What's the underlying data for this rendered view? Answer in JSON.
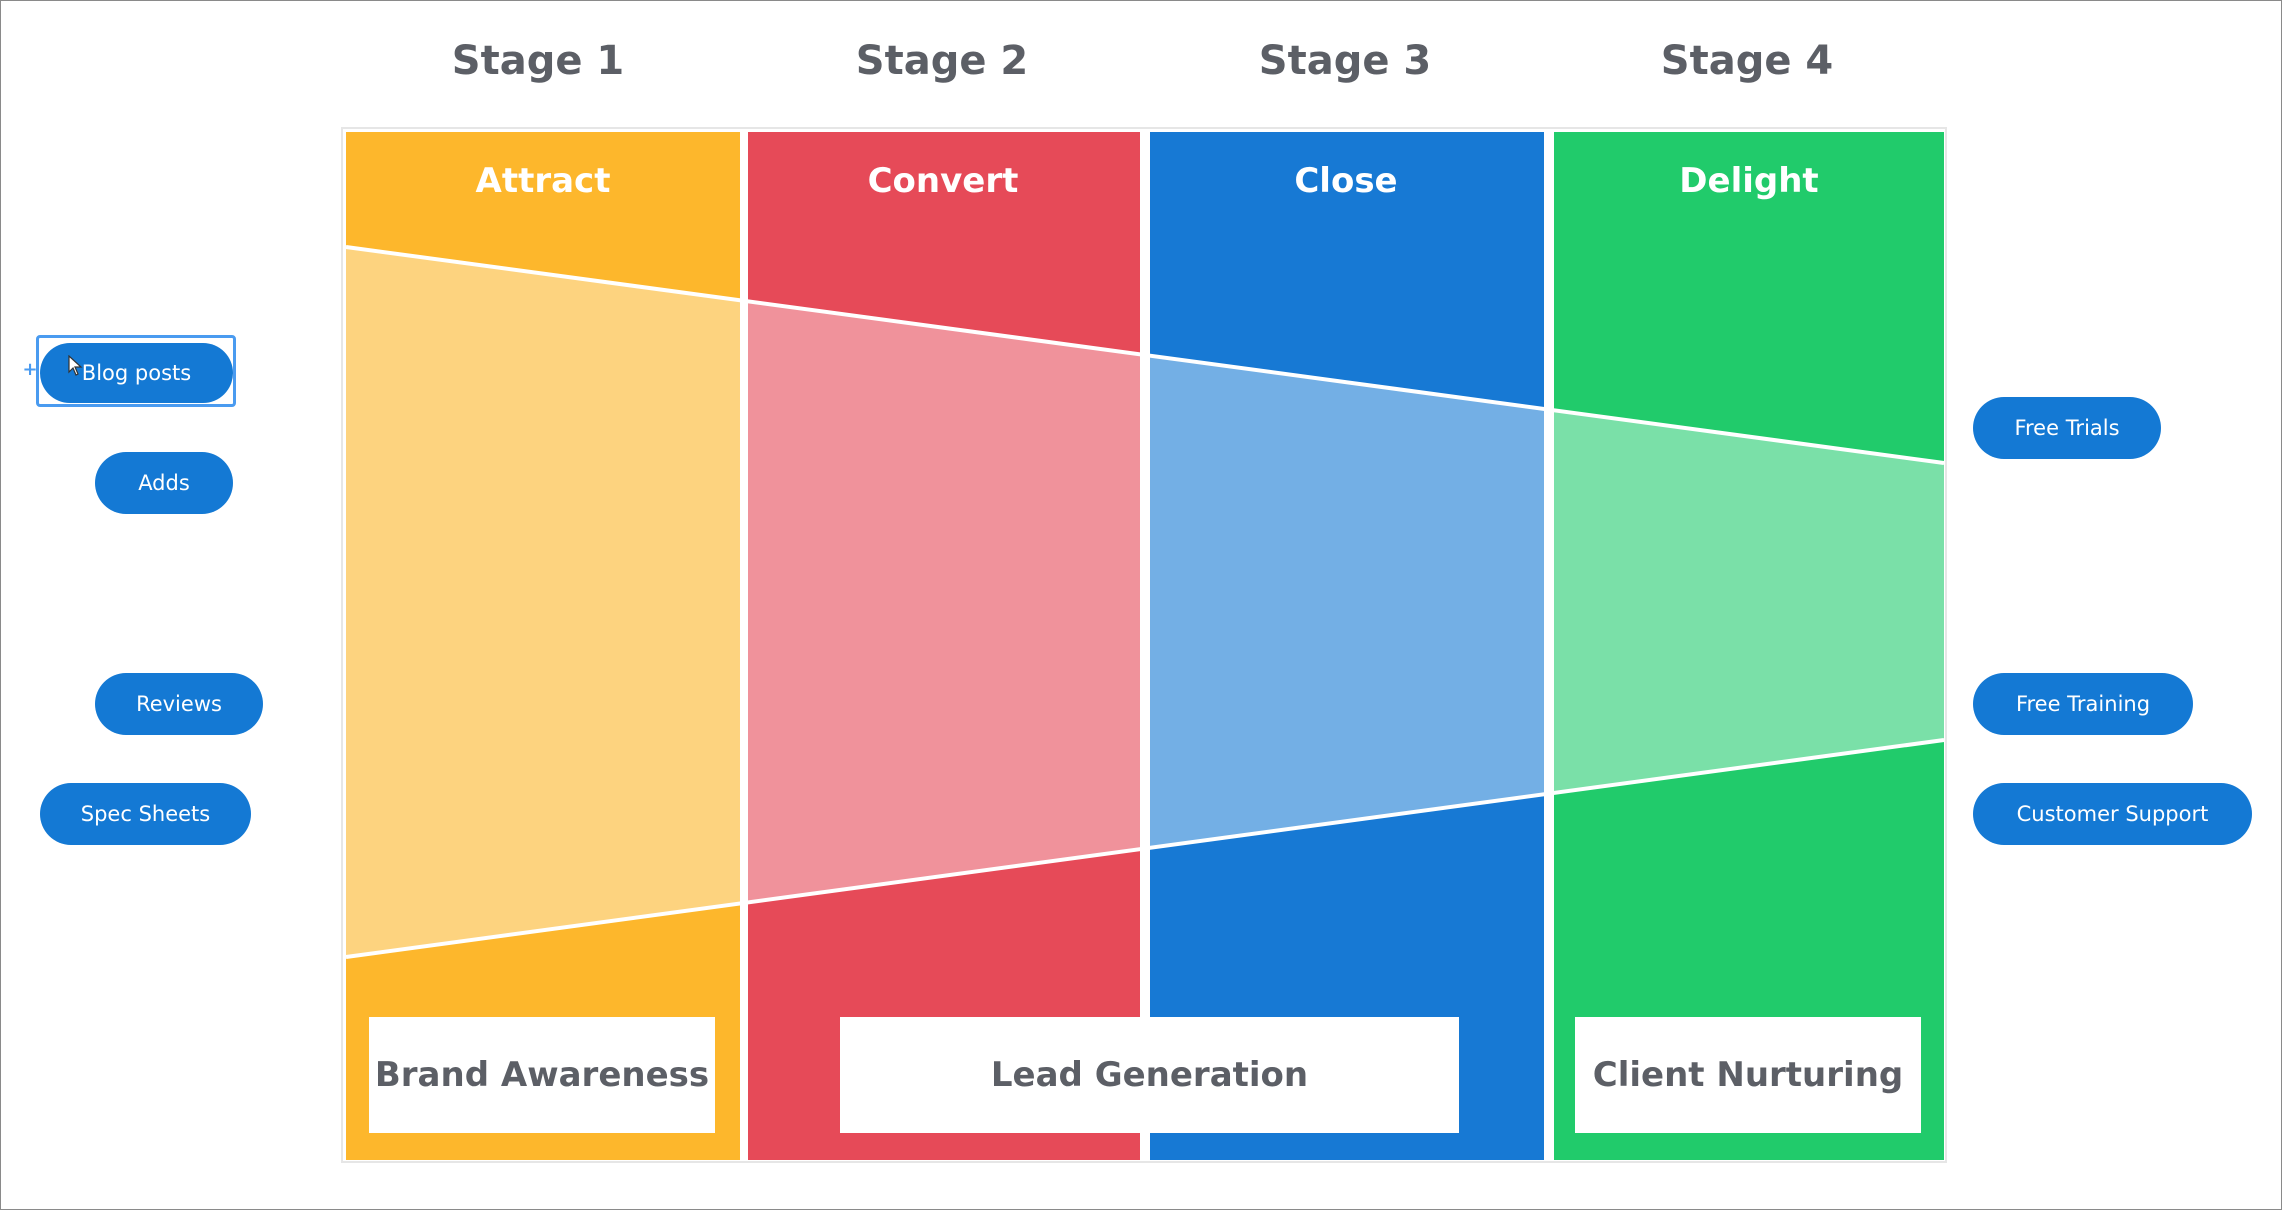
{
  "stages": [
    "Stage 1",
    "Stage 2",
    "Stage 3",
    "Stage 4"
  ],
  "columns": [
    {
      "title": "Attract",
      "color": "#fdb72c",
      "light_color": "#fdd37f"
    },
    {
      "title": "Convert",
      "color": "#e64a58",
      "light_color": "#f0929b"
    },
    {
      "title": "Close",
      "color": "#1779d4",
      "light_color": "#73afe5"
    },
    {
      "title": "Delight",
      "color": "#21cb6b",
      "light_color": "#7ae0a8"
    }
  ],
  "left_items": [
    "Blog posts",
    "Adds",
    "Reviews",
    "Spec Sheets"
  ],
  "right_items": [
    "Free Trials",
    "Free Training",
    "Customer Support"
  ],
  "goals": [
    "Brand Awareness",
    "Lead Generation",
    "Client Nurturing"
  ],
  "selected_item": "Blog posts",
  "colors": {
    "pill": "#1479d4",
    "stage_text": "#5c5f66",
    "selection": "#4a9bf0"
  }
}
